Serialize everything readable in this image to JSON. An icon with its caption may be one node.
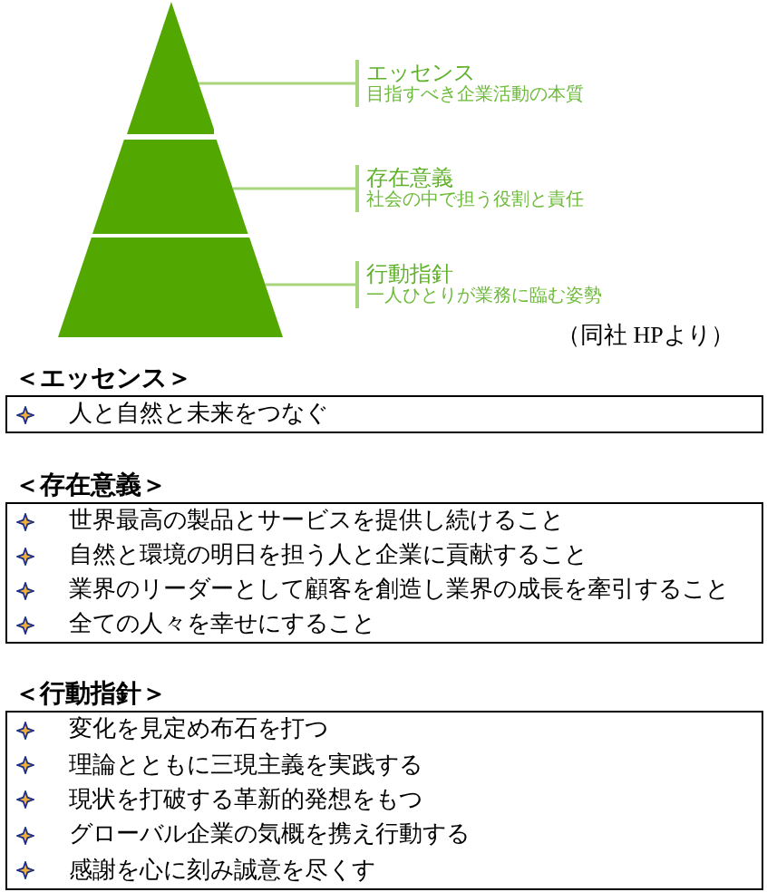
{
  "diagram": {
    "nodes": [
      {
        "text": [],
        "shape": "triangle"
      },
      {
        "text": [
          "エッセンス",
          "目指すべき企業活動の本質"
        ]
      },
      {
        "text": [],
        "shape": "trapezoid"
      },
      {
        "text": [
          "存在意義",
          "社会の中で担う役割と責任"
        ]
      },
      {
        "text": [],
        "shape": "trapezoid"
      },
      {
        "text": [
          "行動指針",
          "一人ひとりが業務に臨む姿勢"
        ]
      },
      {
        "text": [
          "＜エッセンス＞",
          "人と自然と未来をつなぐ"
        ]
      },
      {
        "text": [
          "＜存在意義＞",
          "世界最高の製品とサービスを提供し続けること",
          "自然と環境の明日を担う人と企業に貢献すること",
          "業界のリーダーとして顧客を創造し業界の成長を牽引すること",
          "全ての人々を幸せにすること"
        ]
      },
      {
        "text": [
          "＜行動指針＞",
          "変化を見定め布石を打つ",
          "理論とともに三現主義を実践する",
          "現状を打破する革新的発想をもつ",
          "グローバル企業の気概を携え行動する",
          "感謝を心に刻み誠意を尽くす"
        ]
      }
    ],
    "edges": [
      {
        "from": 1,
        "to": 0,
        "arrow": "none"
      },
      {
        "from": 3,
        "to": 2,
        "arrow": "none"
      },
      {
        "from": 5,
        "to": 4,
        "arrow": "none"
      }
    ],
    "labels": [
      "（同社 HPより）"
    ]
  }
}
